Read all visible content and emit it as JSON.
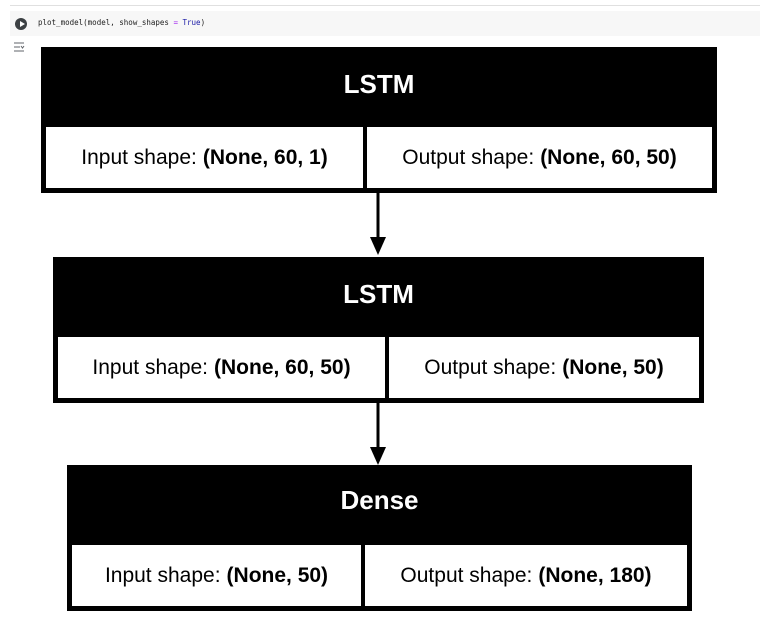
{
  "notebook": {
    "code": {
      "fn": "plot_model",
      "args_a": "(model, show_shapes ",
      "op": "=",
      "value": "True",
      "close": ")"
    }
  },
  "model_graph": {
    "layers": [
      {
        "name": "LSTM",
        "input_label": "Input shape:",
        "input_shape": "(None, 60, 1)",
        "output_label": "Output shape:",
        "output_shape": "(None, 60, 50)"
      },
      {
        "name": "LSTM",
        "input_label": "Input shape:",
        "input_shape": "(None, 60, 50)",
        "output_label": "Output shape:",
        "output_shape": "(None, 50)"
      },
      {
        "name": "Dense",
        "input_label": "Input shape:",
        "input_shape": "(None, 50)",
        "output_label": "Output shape:",
        "output_shape": "(None, 180)"
      }
    ]
  }
}
